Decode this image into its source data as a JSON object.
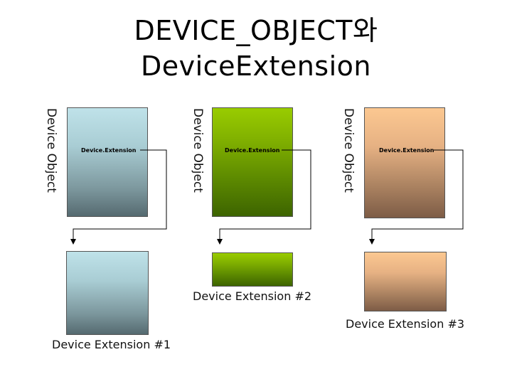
{
  "title_line1": "DEVICE_OBJECT와",
  "title_line2": "DeviceExtension",
  "columns": [
    {
      "device_object_label": "Device Object",
      "inner_label": "Device.Extension",
      "extension_caption": "Device Extension #1"
    },
    {
      "device_object_label": "Device Object",
      "inner_label": "Device.Extension",
      "extension_caption": "Device Extension #2"
    },
    {
      "device_object_label": "Device Object",
      "inner_label": "Device.Extension",
      "extension_caption": "Device Extension #3"
    }
  ],
  "colors": {
    "col1": "#a9cdd4",
    "col2": "#80b000",
    "col3": "#e6b183"
  }
}
